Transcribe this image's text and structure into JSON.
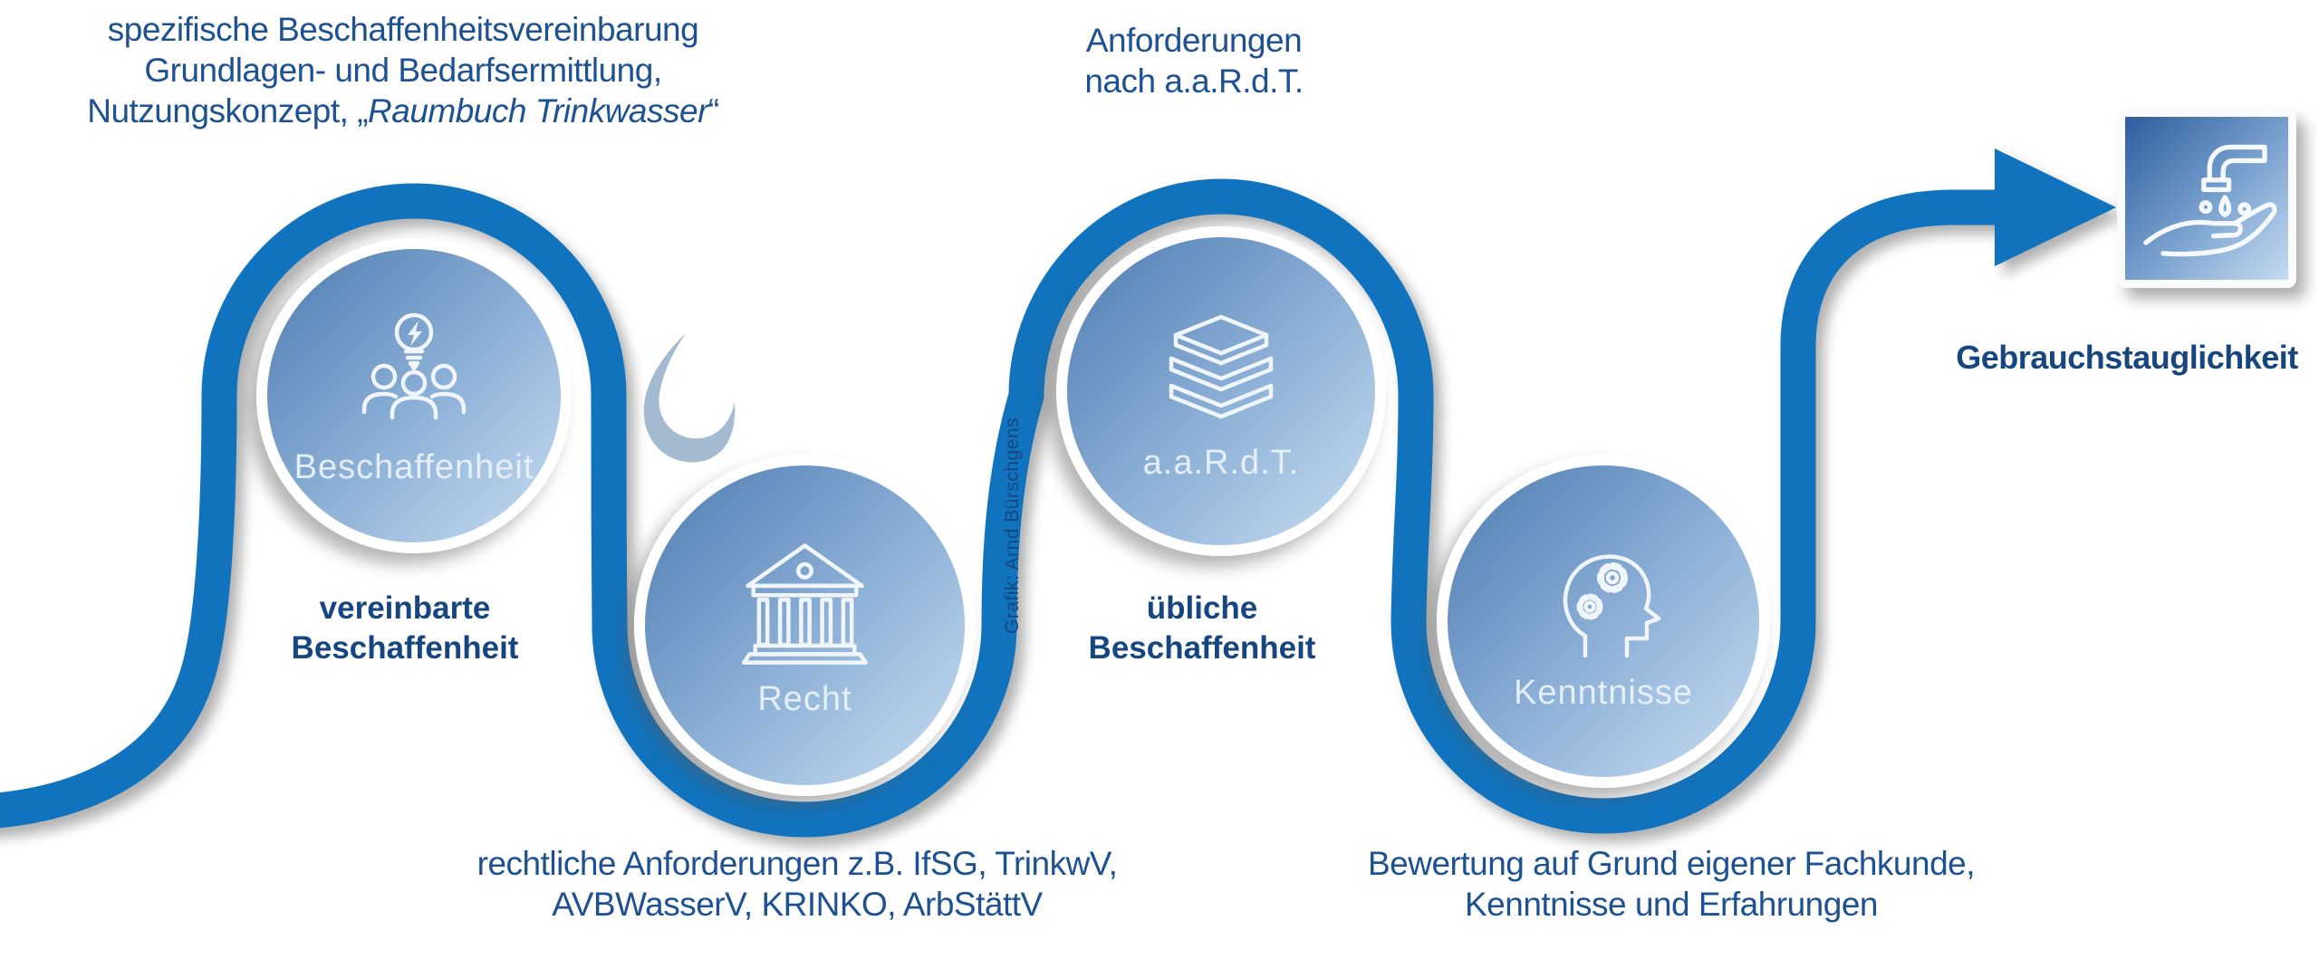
{
  "annotations": {
    "top_left": {
      "line1": "spezifische Beschaffenheitsvereinbarung",
      "line2": "Grundlagen- und Bedarfsermittlung,",
      "line3_prefix": "Nutzungskonzept, „",
      "line3_italic": "Raumbuch Trinkwasser",
      "line3_suffix": "“"
    },
    "top_middle": {
      "line1": "Anforderungen",
      "line2": "nach a.a.R.d.T."
    },
    "station1_caption": {
      "line1": "vereinbarte",
      "line2": "Beschaffenheit"
    },
    "station3_caption": {
      "line1": "übliche",
      "line2": "Beschaffenheit"
    },
    "bottom_left": {
      "line1": "rechtliche Anforderungen z.B. IfSG, TrinkwV,",
      "line2": "AVBWasserV, KRINKO, ArbStättV"
    },
    "bottom_right": {
      "line1": "Bewertung auf Grund eigener Fachkunde,",
      "line2": "Kenntnisse und Erfahrungen"
    },
    "result_label": "Gebrauchstauglichkeit",
    "credit": "Grafik: Arnd Bürschgens"
  },
  "stations": [
    {
      "label": "Beschaffenheit",
      "icon": "idea-people-icon"
    },
    {
      "label": "Recht",
      "icon": "court-building-icon"
    },
    {
      "label": "a.a.R.d.T.",
      "icon": "books-stack-icon"
    },
    {
      "label": "Kenntnisse",
      "icon": "head-gears-icon"
    }
  ],
  "result_icon": "tap-water-hand-icon",
  "decorations": {
    "drop": "water-drop-icon"
  },
  "colors": {
    "flow_blue": "#1173bd",
    "text_blue": "#1d5191",
    "heading_blue": "#16467f",
    "circle_gradient_start": "#4d7cb1",
    "circle_gradient_end": "#c9def2",
    "box_gradient_start": "#2e5d9e",
    "box_gradient_end": "#c6dbef",
    "drop_accent": "#a3bad1",
    "icon_stroke": "#eff5fb"
  }
}
